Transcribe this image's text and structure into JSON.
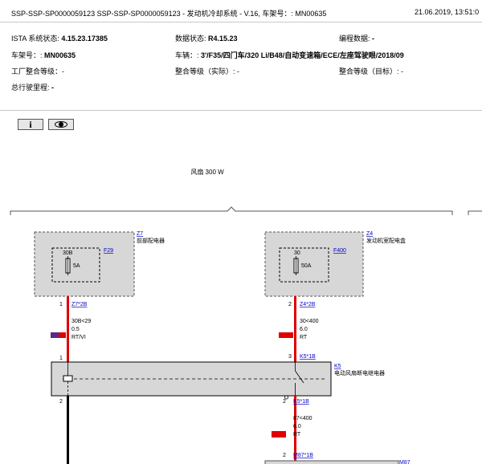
{
  "header": {
    "title": "SSP-SSP-SP0000059123 SSP-SSP-SP0000059123 - 发动机冷却系统 - V.16, 车架号：: MN00635",
    "datetime": "21.06.2019, 13:51:0"
  },
  "info": {
    "ista_label": "ISTA 系统状态:",
    "ista_value": "4.15.23.17385",
    "data_label": "数据状态:",
    "data_value": "R4.15.23",
    "prog_label": "编程数据:",
    "prog_value": "-",
    "vin_label": "车架号：:",
    "vin_value": "MN00635",
    "vehicle_label": "车辆：:",
    "vehicle_value": "3'/F35/四门车/320 Li/B48/自动变速箱/ECE/左座驾驶眼/2018/09",
    "factory_label": "工厂整合等级：-",
    "actual_label": "整合等级（实际）: -",
    "target_label": "整合等级（目标）: -",
    "mileage_label": "总行驶里程:",
    "mileage_value": "-"
  },
  "toolbar": {
    "info_label": "i"
  },
  "diagram": {
    "title": "风扇 300 W",
    "z7": {
      "id": "Z7",
      "name": "前部配电器",
      "fuse_id": "F29",
      "pin_top": "30B",
      "rating": "5A"
    },
    "z4": {
      "id": "Z4",
      "name": "发动机室配电盒",
      "fuse_id": "F400",
      "pin_top": "30",
      "rating": "50A"
    },
    "wire_left": {
      "pin_top": "1",
      "conn_top": "Z7*2B",
      "signal": "30B<29",
      "size": "0.5",
      "color": "RT/VI",
      "pin_bottom": "1",
      "pin_out": "2"
    },
    "wire_right": {
      "pin_top": "2",
      "conn_top": "Z4*2B",
      "signal": "30<400",
      "size": "6.0",
      "color": "RT",
      "pin_bottom": "3",
      "conn_bottom": "K5*1B"
    },
    "k5": {
      "id": "K5",
      "name": "电动风扇断电继电器"
    },
    "wire_k5_out": {
      "pin_top": "2",
      "conn_top": "K5*1B",
      "signal": "87<400",
      "size": "6.0",
      "color": "RT",
      "pin_bottom": "2",
      "conn_bottom": "M87*1B"
    },
    "m87": {
      "id": "M87"
    }
  },
  "colors": {
    "wire_red": "#e00000",
    "wire_violet": "#5a2a8a",
    "component_fill": "#d7d7d7",
    "link": "#0000cc"
  }
}
